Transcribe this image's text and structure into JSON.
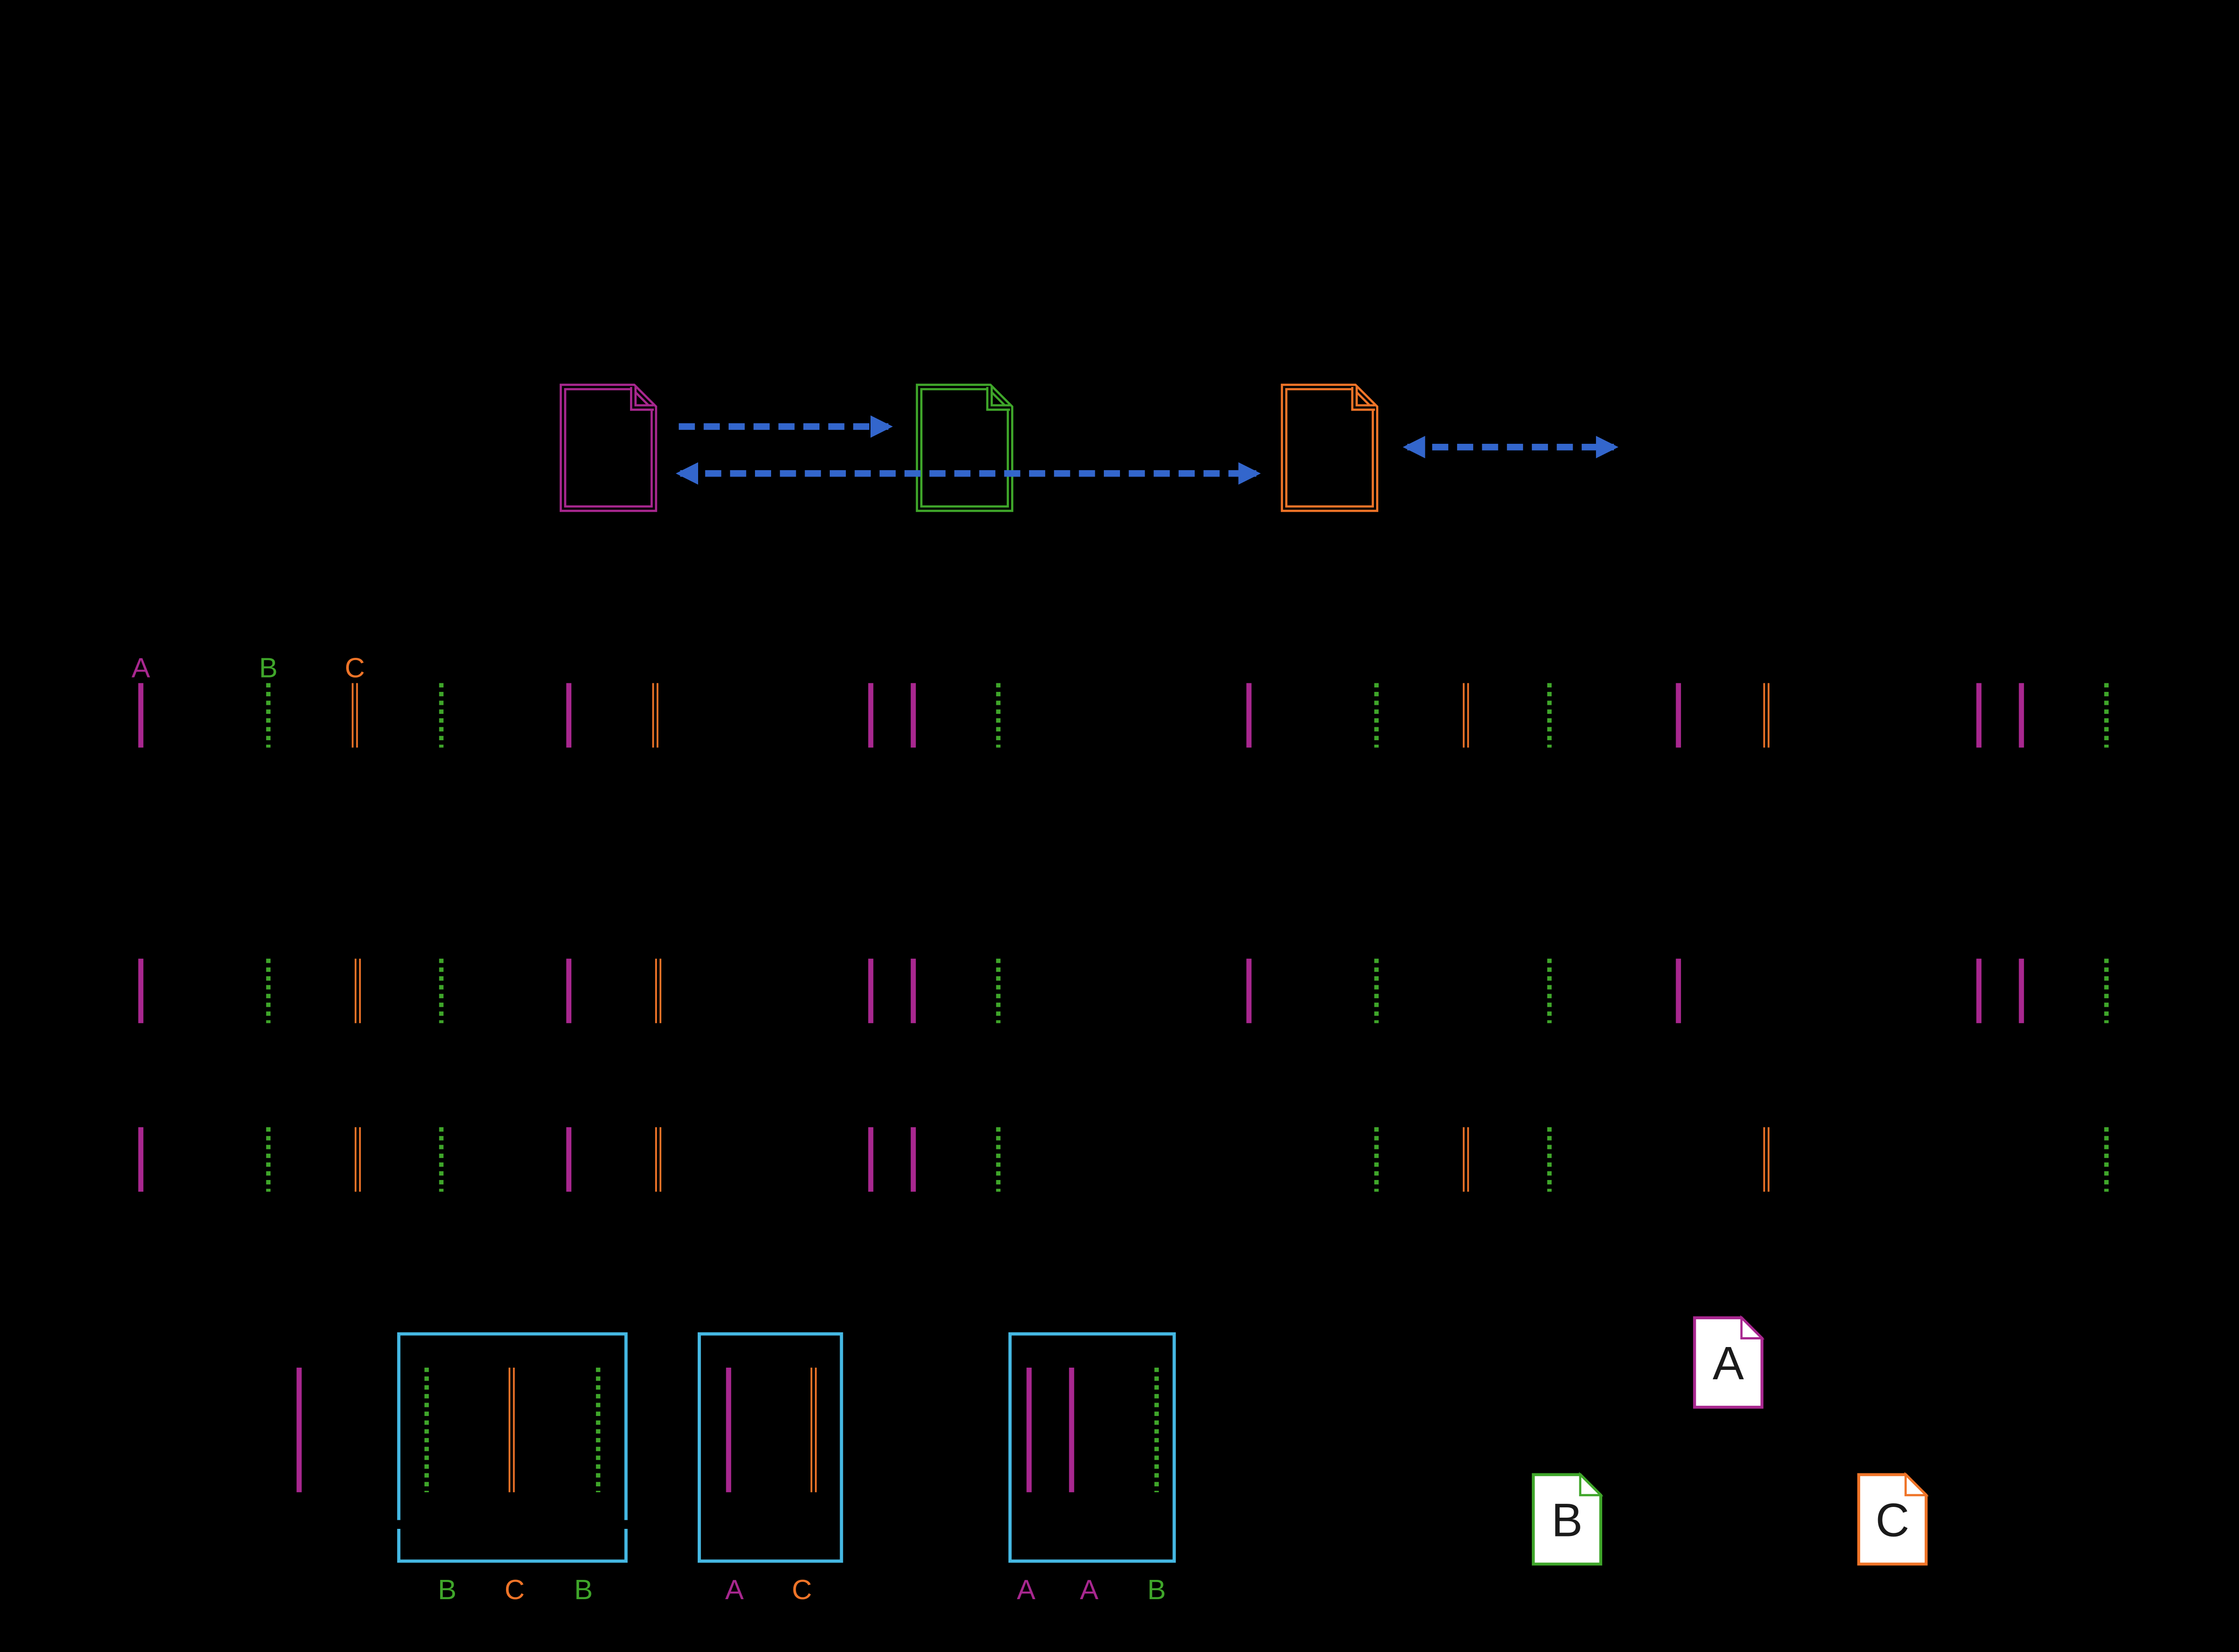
{
  "colors": {
    "background": "#000000",
    "A": "#a8278f",
    "B": "#3fa62a",
    "C": "#ef7428",
    "arrow": "#3366cc",
    "frame": "#45b8e3",
    "icon_fill": "#ffffff",
    "icon_text": "#1a1a1a"
  },
  "legend_labels": {
    "a": "A",
    "b": "B",
    "c": "C"
  },
  "sequence_full": [
    "A",
    "B",
    "C",
    "B",
    "A",
    "C",
    "A",
    "A",
    "B",
    "A",
    "B",
    "C",
    "B",
    "A",
    "C",
    "A",
    "A",
    "B"
  ],
  "sequence_sub1": [
    "A",
    "B",
    "C",
    "B",
    "A",
    "C",
    "A",
    "A",
    "B",
    "A",
    "B",
    "",
    "B",
    "A",
    "",
    "A",
    "A",
    "B"
  ],
  "sequence_sub2": [
    "A",
    "B",
    "C",
    "B",
    "A",
    "C",
    "A",
    "A",
    "B",
    "",
    "B",
    "C",
    "B",
    "",
    "C",
    "",
    "",
    "B"
  ],
  "groups": [
    {
      "type": "plain",
      "marks": [
        "A"
      ]
    },
    {
      "type": "framed",
      "marks": [
        "B",
        "C",
        "B"
      ],
      "labels": [
        "B",
        "C",
        "B"
      ]
    },
    {
      "type": "framed",
      "marks": [
        "A",
        "C"
      ],
      "labels": [
        "A",
        "C"
      ]
    },
    {
      "type": "framed",
      "marks": [
        "A",
        "A",
        "B"
      ],
      "labels": [
        "A",
        "A",
        "B"
      ]
    }
  ],
  "doc_icons": [
    {
      "color_key": "A",
      "label": "A"
    },
    {
      "color_key": "B",
      "label": "B"
    },
    {
      "color_key": "C",
      "label": "C"
    }
  ],
  "transitions": [
    {
      "from": "A",
      "to": "B",
      "style": "one-way"
    },
    {
      "from": "A",
      "to": "C",
      "style": "two-way"
    },
    {
      "from": "C",
      "to": "out",
      "style": "two-way"
    }
  ]
}
